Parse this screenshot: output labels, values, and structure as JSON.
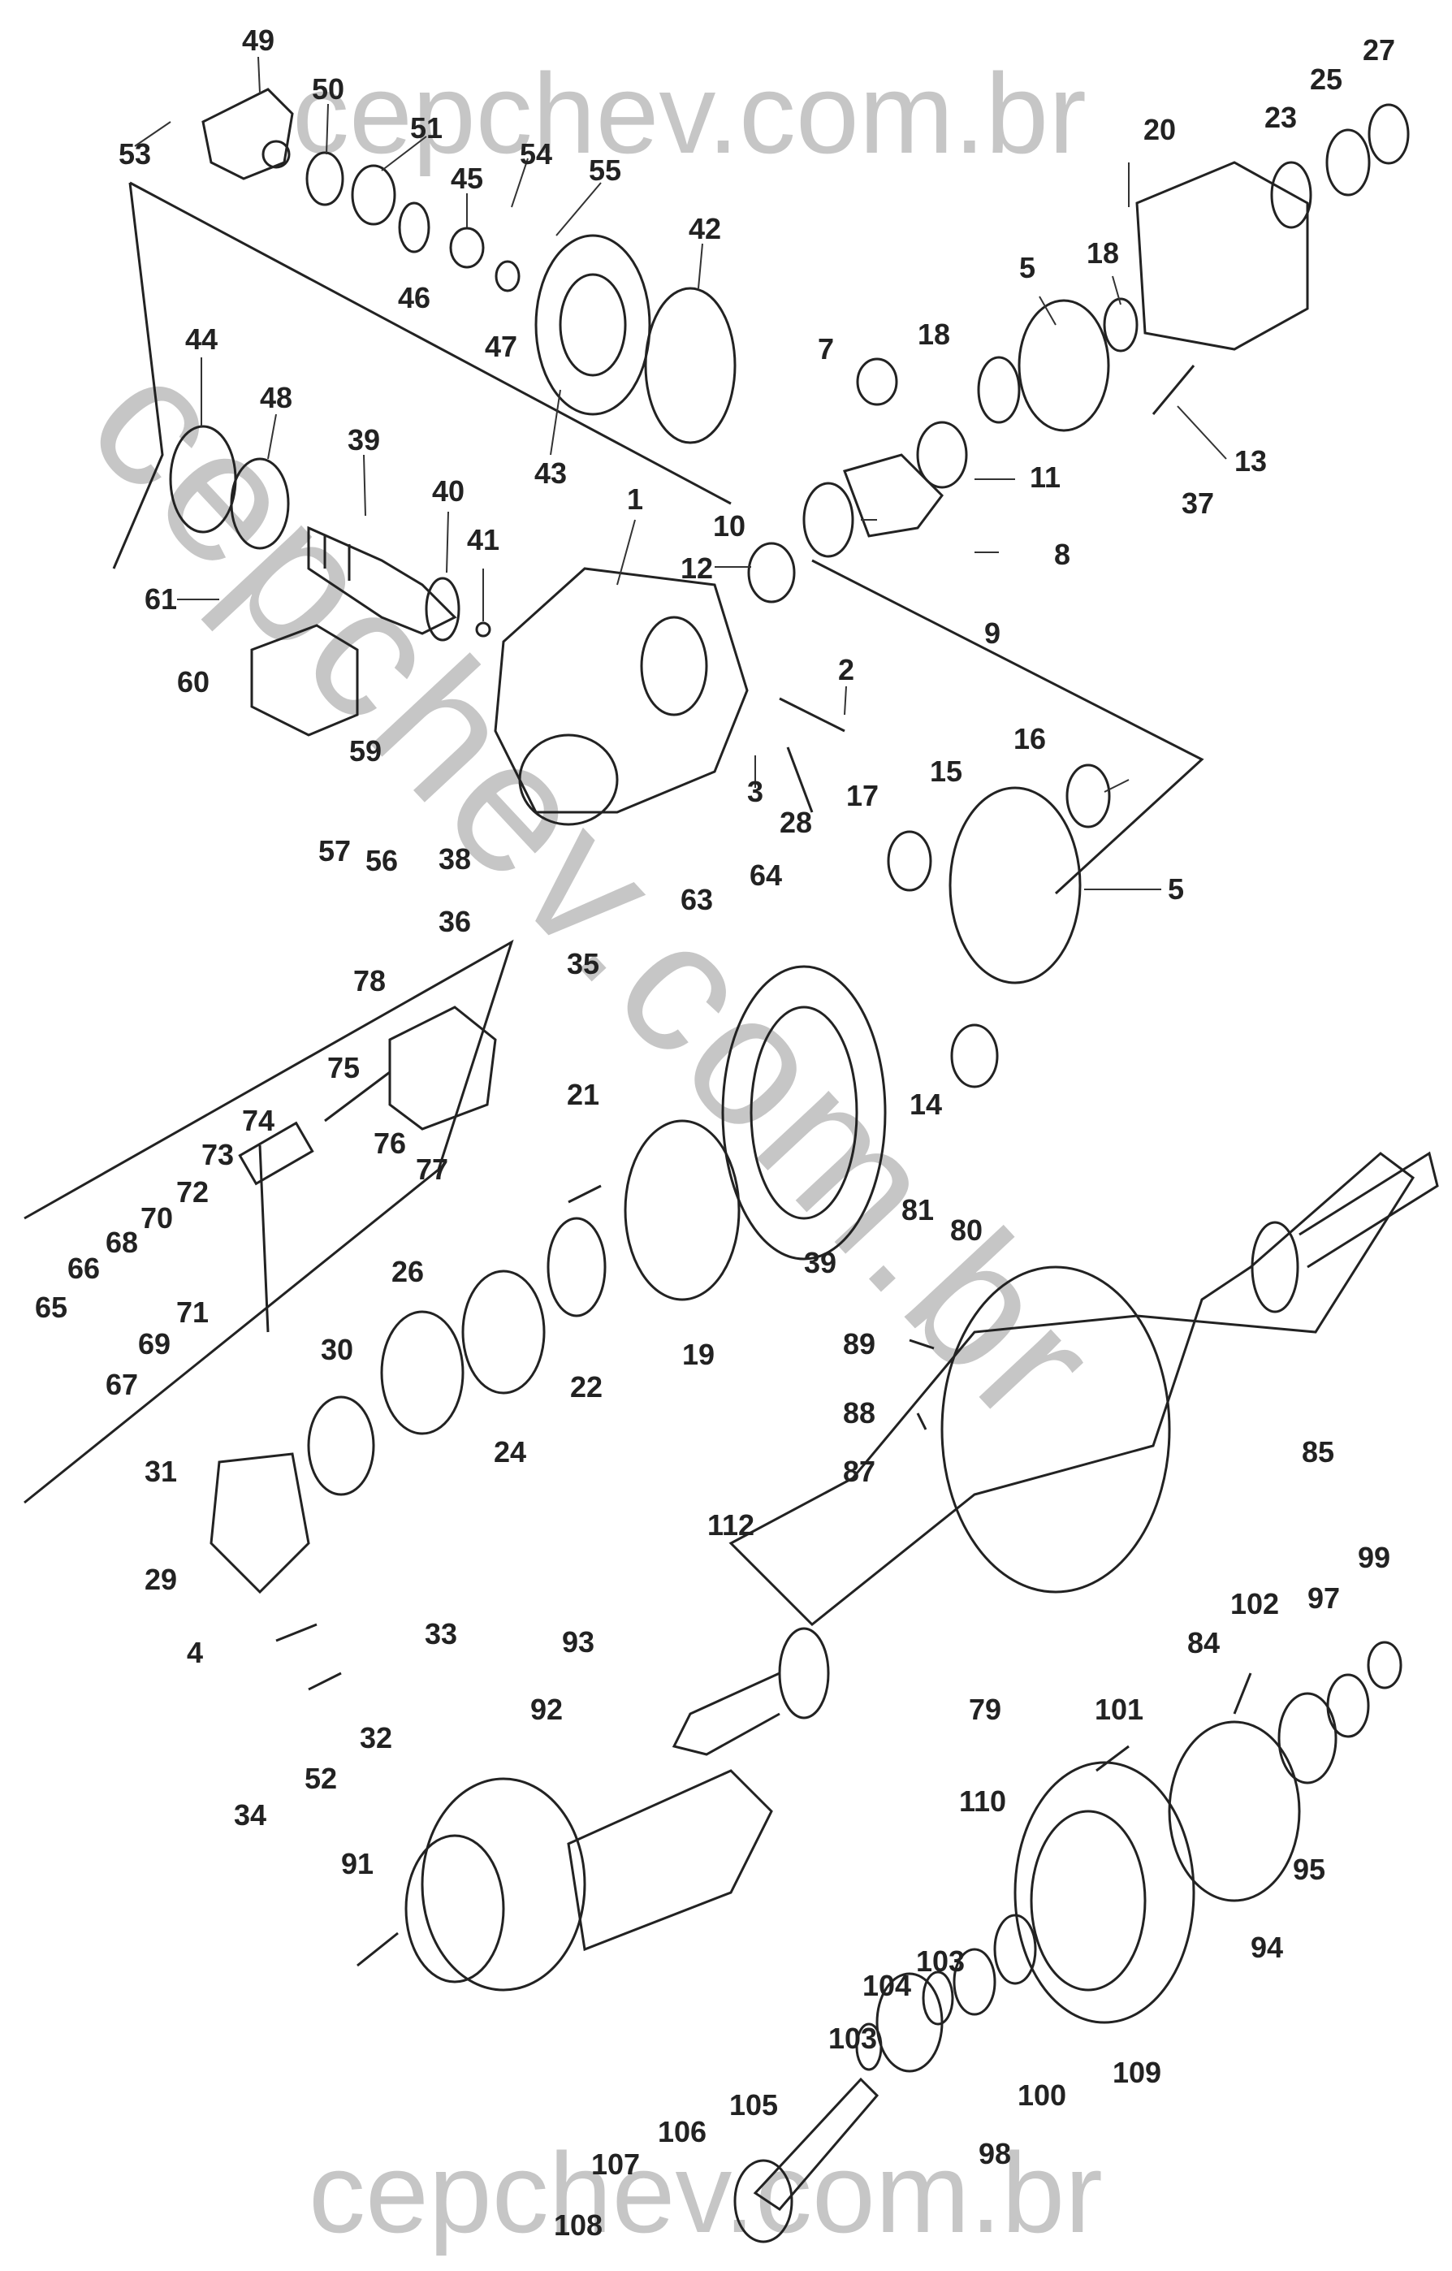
{
  "watermark": {
    "top": "cepchev.com.br",
    "bottom": "cepchev.com.br",
    "diagonal": "cepchev.com.br"
  },
  "callouts": [
    {
      "id": "49",
      "label": "49"
    },
    {
      "id": "50",
      "label": "50"
    },
    {
      "id": "51",
      "label": "51"
    },
    {
      "id": "53",
      "label": "53"
    },
    {
      "id": "54",
      "label": "54"
    },
    {
      "id": "55",
      "label": "55"
    },
    {
      "id": "45",
      "label": "45"
    },
    {
      "id": "46",
      "label": "46"
    },
    {
      "id": "47",
      "label": "47"
    },
    {
      "id": "42",
      "label": "42"
    },
    {
      "id": "43",
      "label": "43"
    },
    {
      "id": "44",
      "label": "44"
    },
    {
      "id": "48",
      "label": "48"
    },
    {
      "id": "39a",
      "label": "39"
    },
    {
      "id": "40",
      "label": "40"
    },
    {
      "id": "41",
      "label": "41"
    },
    {
      "id": "1",
      "label": "1"
    },
    {
      "id": "61",
      "label": "61"
    },
    {
      "id": "60",
      "label": "60"
    },
    {
      "id": "59",
      "label": "59"
    },
    {
      "id": "57",
      "label": "57"
    },
    {
      "id": "56",
      "label": "56"
    },
    {
      "id": "38",
      "label": "38"
    },
    {
      "id": "36",
      "label": "36"
    },
    {
      "id": "35",
      "label": "35"
    },
    {
      "id": "2",
      "label": "2"
    },
    {
      "id": "3",
      "label": "3"
    },
    {
      "id": "28",
      "label": "28"
    },
    {
      "id": "27",
      "label": "27"
    },
    {
      "id": "25",
      "label": "25"
    },
    {
      "id": "23",
      "label": "23"
    },
    {
      "id": "20",
      "label": "20"
    },
    {
      "id": "5a",
      "label": "5"
    },
    {
      "id": "18a",
      "label": "18"
    },
    {
      "id": "18b",
      "label": "18"
    },
    {
      "id": "7",
      "label": "7"
    },
    {
      "id": "11",
      "label": "11"
    },
    {
      "id": "13",
      "label": "13"
    },
    {
      "id": "37",
      "label": "37"
    },
    {
      "id": "10",
      "label": "10"
    },
    {
      "id": "8",
      "label": "8"
    },
    {
      "id": "12",
      "label": "12"
    },
    {
      "id": "9",
      "label": "9"
    },
    {
      "id": "16",
      "label": "16"
    },
    {
      "id": "15",
      "label": "15"
    },
    {
      "id": "17",
      "label": "17"
    },
    {
      "id": "5b",
      "label": "5"
    },
    {
      "id": "63",
      "label": "63"
    },
    {
      "id": "64",
      "label": "64"
    },
    {
      "id": "14",
      "label": "14"
    },
    {
      "id": "21",
      "label": "21"
    },
    {
      "id": "39b",
      "label": "39"
    },
    {
      "id": "19",
      "label": "19"
    },
    {
      "id": "22",
      "label": "22"
    },
    {
      "id": "24",
      "label": "24"
    },
    {
      "id": "26",
      "label": "26"
    },
    {
      "id": "30",
      "label": "30"
    },
    {
      "id": "31",
      "label": "31"
    },
    {
      "id": "29",
      "label": "29"
    },
    {
      "id": "33",
      "label": "33"
    },
    {
      "id": "4",
      "label": "4"
    },
    {
      "id": "32",
      "label": "32"
    },
    {
      "id": "52",
      "label": "52"
    },
    {
      "id": "34",
      "label": "34"
    },
    {
      "id": "78",
      "label": "78"
    },
    {
      "id": "75",
      "label": "75"
    },
    {
      "id": "76",
      "label": "76"
    },
    {
      "id": "77",
      "label": "77"
    },
    {
      "id": "74",
      "label": "74"
    },
    {
      "id": "73",
      "label": "73"
    },
    {
      "id": "72",
      "label": "72"
    },
    {
      "id": "70",
      "label": "70"
    },
    {
      "id": "71",
      "label": "71"
    },
    {
      "id": "68",
      "label": "68"
    },
    {
      "id": "69",
      "label": "69"
    },
    {
      "id": "66",
      "label": "66"
    },
    {
      "id": "67",
      "label": "67"
    },
    {
      "id": "65",
      "label": "65"
    },
    {
      "id": "81",
      "label": "81"
    },
    {
      "id": "80",
      "label": "80"
    },
    {
      "id": "89",
      "label": "89"
    },
    {
      "id": "88",
      "label": "88"
    },
    {
      "id": "87",
      "label": "87"
    },
    {
      "id": "85",
      "label": "85"
    },
    {
      "id": "112",
      "label": "112"
    },
    {
      "id": "84",
      "label": "84"
    },
    {
      "id": "79",
      "label": "79"
    },
    {
      "id": "93",
      "label": "93"
    },
    {
      "id": "92",
      "label": "92"
    },
    {
      "id": "91",
      "label": "91"
    },
    {
      "id": "102",
      "label": "102"
    },
    {
      "id": "97",
      "label": "97"
    },
    {
      "id": "99",
      "label": "99"
    },
    {
      "id": "101",
      "label": "101"
    },
    {
      "id": "95",
      "label": "95"
    },
    {
      "id": "110",
      "label": "110"
    },
    {
      "id": "94",
      "label": "94"
    },
    {
      "id": "109",
      "label": "109"
    },
    {
      "id": "104",
      "label": "104"
    },
    {
      "id": "103a",
      "label": "103"
    },
    {
      "id": "103b",
      "label": "103"
    },
    {
      "id": "100",
      "label": "100"
    },
    {
      "id": "98",
      "label": "98"
    },
    {
      "id": "105",
      "label": "105"
    },
    {
      "id": "106",
      "label": "106"
    },
    {
      "id": "107",
      "label": "107"
    },
    {
      "id": "108",
      "label": "108"
    }
  ]
}
